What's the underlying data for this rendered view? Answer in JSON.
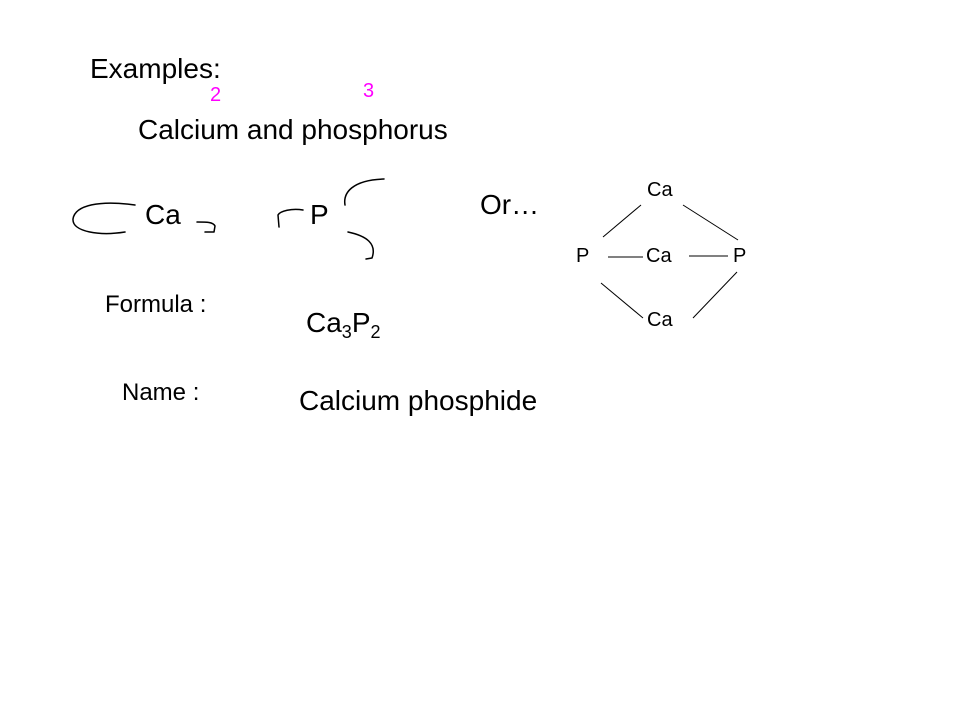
{
  "title": "Examples:",
  "heading": "Calcium and phosphorus",
  "annotations": {
    "ca_count": "2",
    "p_count": "3"
  },
  "symbols": {
    "ca": "Ca",
    "p": "P"
  },
  "or_label": "Or…",
  "formula": {
    "label": "Formula :",
    "parts": [
      "Ca",
      "3",
      "P",
      "2"
    ]
  },
  "name": {
    "label": "Name :",
    "value": "Calcium phosphide"
  },
  "structure": {
    "top": "Ca",
    "left": "P",
    "middle": "Ca",
    "right": "P",
    "bottom": "Ca"
  },
  "colors": {
    "annotation": "#ff00ff",
    "text": "#000000"
  }
}
